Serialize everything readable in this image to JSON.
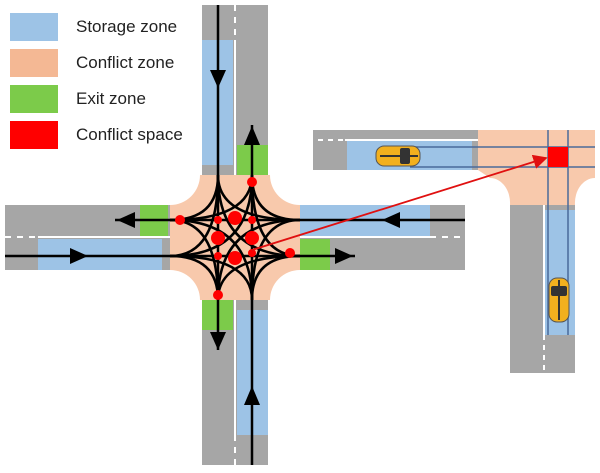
{
  "legend": {
    "items": [
      {
        "label": "Storage zone",
        "color": "#9dc3e6"
      },
      {
        "label": "Conflict zone",
        "color": "#f4b894"
      },
      {
        "label": "Exit zone",
        "color": "#7ccb4a"
      },
      {
        "label": "Conflict space",
        "color": "#ff0000"
      }
    ]
  },
  "colors": {
    "road": "#a6a6a6",
    "storage": "#9dc3e6",
    "conflict": "#f8c9ac",
    "exit": "#7ccb4a",
    "conflict_point": "#ff0000",
    "path": "#000000",
    "car": "#f2b01e"
  }
}
